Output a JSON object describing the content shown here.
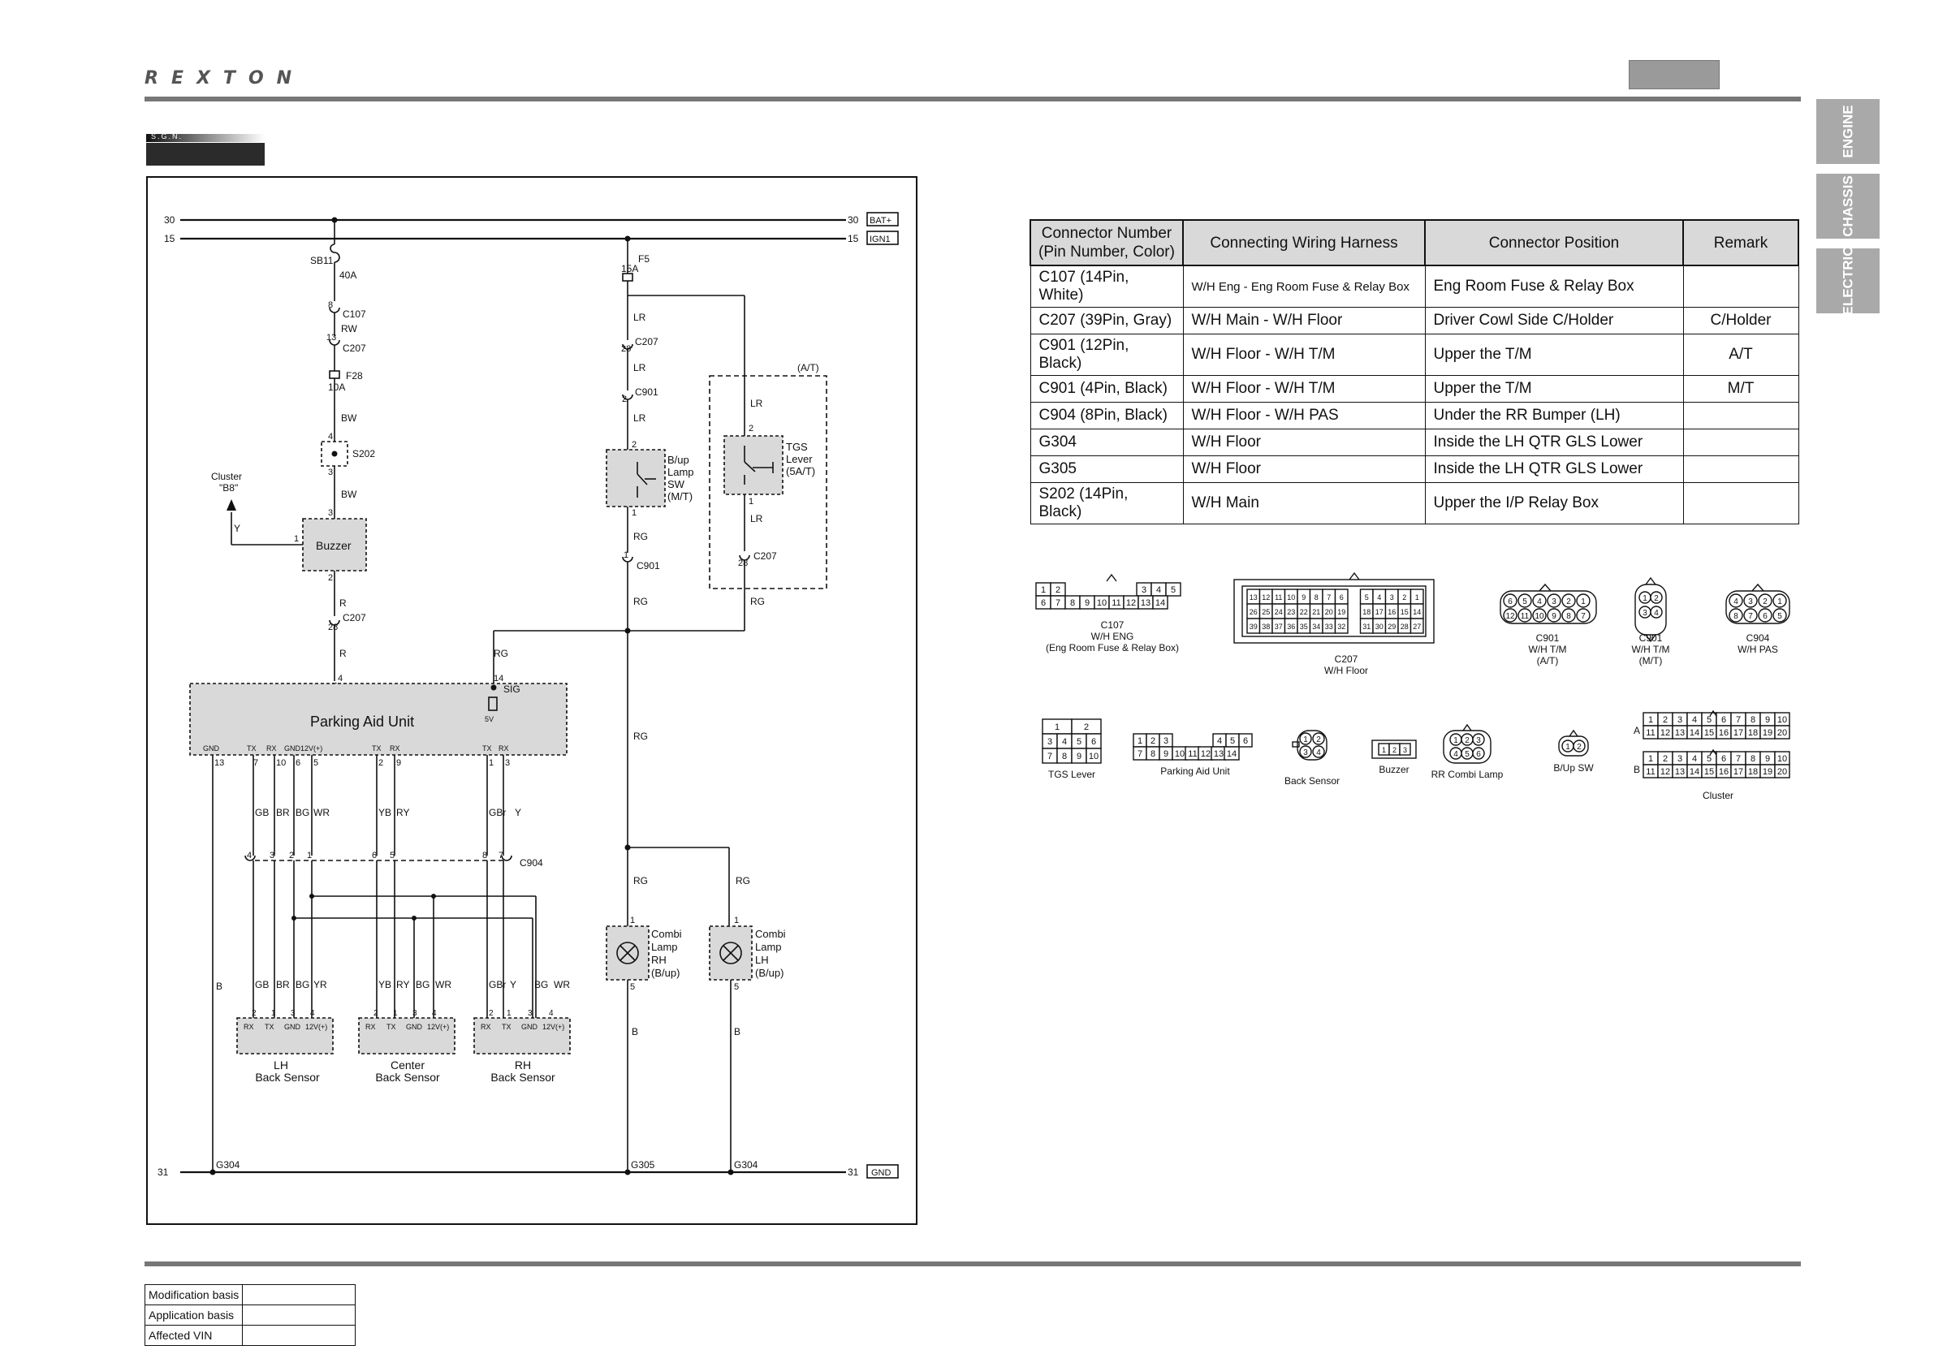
{
  "header": {
    "brand": "REXTON"
  },
  "side_tabs": [
    "ENGINE",
    "CHASSIS",
    "ELECTRIC"
  ],
  "sgn_label": "S.G.N.",
  "schematic": {
    "rails": [
      {
        "num": "30",
        "label": "BAT+"
      },
      {
        "num": "15",
        "label": "IGN1"
      },
      {
        "num": "31",
        "label": "GND"
      }
    ],
    "fuse_sb11": {
      "name": "SB11",
      "rating": "40A"
    },
    "fuse_f5": {
      "name": "F5",
      "rating": "15A"
    },
    "fuse_f28": {
      "name": "F28",
      "rating": "10A"
    },
    "wires": {
      "RW": "RW",
      "BW": "BW",
      "R": "R",
      "Y": "Y",
      "LR": "LR",
      "RG": "RG",
      "B": "B",
      "GB": "GB",
      "BR": "BR",
      "BG": "BG",
      "WR": "WR",
      "YB": "YB",
      "RY": "RY",
      "GBr": "GBr",
      "YR": "YR"
    },
    "connectors": {
      "c107": "C107",
      "c207": "C207",
      "c901": "C901",
      "c904": "C904",
      "s202": "S202",
      "g304": "G304",
      "g305": "G305"
    },
    "pins": {
      "p1": "1",
      "p2": "2",
      "p3": "3",
      "p4": "4",
      "p5": "5",
      "p6": "6",
      "p7": "7",
      "p8": "8",
      "p9": "9",
      "p10": "10",
      "p13": "13",
      "p14": "14",
      "p28": "28"
    },
    "cluster": {
      "name": "Cluster",
      "pin": "\"B8\""
    },
    "buzzer": "Buzzer",
    "at_label": "(A/T)",
    "backup_sw": [
      "B/up",
      "Lamp",
      "SW",
      "(M/T)"
    ],
    "tgs_lever": [
      "TGS",
      "Lever",
      "(5A/T)"
    ],
    "pau": {
      "name": "Parking Aid Unit",
      "sig": "SIG",
      "v5": "5V",
      "terms": {
        "gnd": "GND",
        "tx": "TX",
        "rx": "RX",
        "gnd12v": "GND12V(+)",
        "gnd_s": "GND",
        "v12": "12V(+)"
      }
    },
    "sensors": [
      {
        "line1": "LH",
        "line2": "Back Sensor"
      },
      {
        "line1": "Center",
        "line2": "Back Sensor"
      },
      {
        "line1": "RH",
        "line2": "Back Sensor"
      }
    ],
    "combi_rh": [
      "Combi",
      "Lamp",
      "RH",
      "(B/up)"
    ],
    "combi_lh": [
      "Combi",
      "Lamp",
      "LH",
      "(B/up)"
    ]
  },
  "connector_table": {
    "headers": [
      "Connector Number (Pin Number, Color)",
      "Connecting Wiring Harness",
      "Connector Position",
      "Remark"
    ],
    "rows": [
      [
        "C107 (14Pin, White)",
        "W/H Eng - Eng Room Fuse & Relay Box",
        "Eng Room Fuse & Relay Box",
        ""
      ],
      [
        "C207 (39Pin, Gray)",
        "W/H Main - W/H Floor",
        "Driver Cowl Side C/Holder",
        "C/Holder"
      ],
      [
        "C901 (12Pin, Black)",
        "W/H Floor - W/H T/M",
        "Upper the T/M",
        "A/T"
      ],
      [
        "C901 (4Pin, Black)",
        "W/H Floor - W/H T/M",
        "Upper the T/M",
        "M/T"
      ],
      [
        "C904 (8Pin, Black)",
        "W/H Floor - W/H PAS",
        "Under the RR Bumper (LH)",
        ""
      ],
      [
        "G304",
        "W/H Floor",
        "Inside the LH QTR GLS Lower",
        ""
      ],
      [
        "G305",
        "W/H Floor",
        "Inside the LH QTR GLS Lower",
        ""
      ],
      [
        "S202 (14Pin, Black)",
        "W/H Main",
        "Upper the I/P Relay Box",
        ""
      ]
    ]
  },
  "connector_views": {
    "c107": [
      "C107",
      "W/H ENG",
      "(Eng Room Fuse & Relay Box)"
    ],
    "c207": [
      "C207",
      "W/H Floor"
    ],
    "c901_at": [
      "C901",
      "W/H T/M",
      "(A/T)"
    ],
    "c901_mt": [
      "C901",
      "W/H T/M",
      "(M/T)"
    ],
    "c904": [
      "C904",
      "W/H PAS"
    ],
    "tgs": "TGS Lever",
    "pau": "Parking Aid Unit",
    "back_sensor": "Back Sensor",
    "buzzer": "Buzzer",
    "rr_combi": "RR Combi Lamp",
    "bup_sw": "B/Up SW",
    "cluster": "Cluster",
    "row_a": "A",
    "row_b": "B"
  },
  "footer": {
    "rows": [
      "Modification basis",
      "Application basis",
      "Affected VIN"
    ]
  }
}
